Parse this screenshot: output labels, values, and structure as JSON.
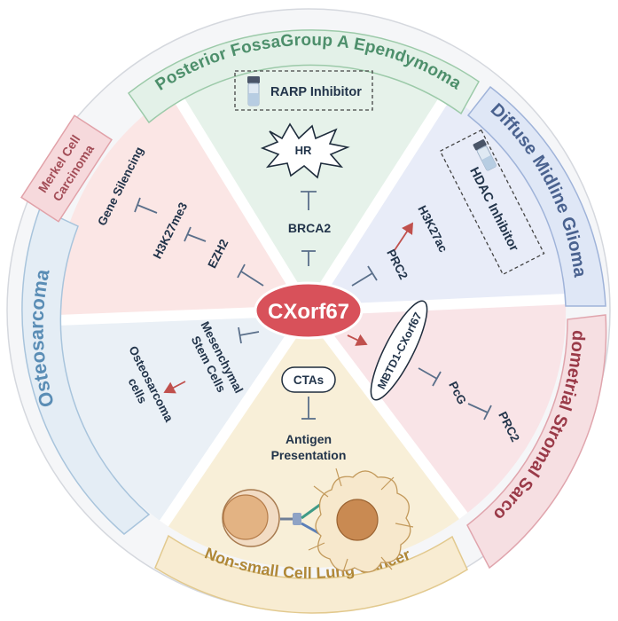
{
  "center": {
    "label": "CXorf67"
  },
  "rings": {
    "pfa": {
      "label": "Posterior FossaGroup A Ependymoma",
      "color": "#5e9f7b",
      "fill": "#e3f1e8"
    },
    "dmg": {
      "label": "Diffuse Midline Glioma",
      "color": "#5d74a6",
      "fill": "#e3e9f6"
    },
    "ess": {
      "label": "Endometrial Stromal Sarcoma",
      "color": "#a2434f",
      "fill": "#f8e1e4"
    },
    "nsclc": {
      "label": "Non-small Cell Lung Cancer",
      "color": "#b58f3a",
      "fill": "#f7ecd3"
    },
    "osteo": {
      "label": "Osteosarcoma",
      "color": "#5e8fb3",
      "fill": "#e6eef5"
    },
    "merkel": {
      "line1": "Merkel Cell",
      "line2": "Carcinoma",
      "color": "#a34d57",
      "fill": "#f6d9dc"
    }
  },
  "pfa": {
    "drug": "RARP Inhibitor",
    "hr": "HR",
    "brca2": "BRCA2"
  },
  "dmg": {
    "drug": "HDAC Inhibitor",
    "h3k27ac": "H3K27ac",
    "prc2": "PRC2"
  },
  "merkel": {
    "gene_silencing": "Gene Silencing",
    "h3k27me3": "H3K27me3",
    "ezh2": "EZH2"
  },
  "osteo": {
    "msc_line1": "Mesenchymal",
    "msc_line2": "Stem Cells",
    "cells_line1": "Osteosarcoma",
    "cells_line2": "cells"
  },
  "ess": {
    "fusion": "MBTD1-CXorf67",
    "pcg": "PcG",
    "prc2": "PRC2"
  },
  "nsclc": {
    "ctas": "CTAs",
    "ag_line1": "Antigen",
    "ag_line2": "Presentation"
  },
  "colors": {
    "inhibit": "#5a6f8a",
    "activate": "#c0504d",
    "text": "#22344a"
  }
}
